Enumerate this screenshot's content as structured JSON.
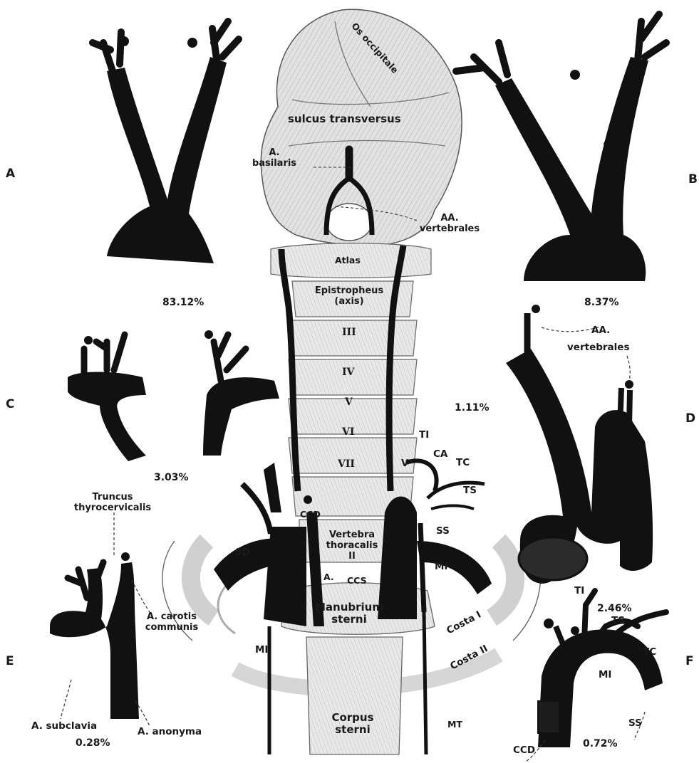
{
  "panels": {
    "A": {
      "letter": "A",
      "percent": "83.12%"
    },
    "B": {
      "letter": "B",
      "percent": "8.37%"
    },
    "C": {
      "letter": "C",
      "percent": "3.03%"
    },
    "D": {
      "letter": "D",
      "percent": "2.46%",
      "aside_percent": "1.11%",
      "label_vert_1": "AA.",
      "label_vert_2": "vertebrales"
    },
    "E": {
      "letter": "E",
      "percent": "0.28%",
      "truncus_1": "Truncus",
      "truncus_2": "thyrocervicalis",
      "carotis_1": "A. carotis",
      "carotis_2": "communis",
      "subclavia": "A. subclavia",
      "anonyma": "A. anonyma"
    },
    "F": {
      "letter": "F",
      "percent": "0.72%",
      "TI": "TI",
      "TS": "TS",
      "TC": "TC",
      "MI": "MI",
      "SS": "SS",
      "CCD": "CCD"
    }
  },
  "center": {
    "os_occipitale": "Os occipitale",
    "sulcus": "sulcus transversus",
    "basilaris_1": "A.",
    "basilaris_2": "basilaris",
    "vertebrales_1": "AA.",
    "vertebrales_2": "vertebrales",
    "atlas": "Atlas",
    "epistropheus_1": "Epistropheus",
    "epistropheus_2": "(axis)",
    "vertebrae": [
      "III",
      "IV",
      "V",
      "VI",
      "VII"
    ],
    "V": "V",
    "TI": "TI",
    "CA": "CA",
    "TC": "TC",
    "TS": "TS",
    "CCD": "CCD",
    "SD": "SD",
    "SS": "SS",
    "MI_right": "MI",
    "vertebra_thoracalis_1": "Vertebra",
    "vertebra_thoracalis_2": "thoracalis",
    "vertebra_thoracalis_3": "II",
    "A": "A.",
    "CCS": "CCS",
    "manubrium_1": "Manubrium",
    "manubrium_2": "sterni",
    "costa_1": "Costa I",
    "costa_2": "Costa II",
    "MI_left": "MI",
    "corpus_1": "Corpus",
    "corpus_2": "sterni",
    "MT": "MT"
  },
  "colors": {
    "ink": "#111111",
    "bone_fill": "#dcdcdc",
    "bone_light": "#efefef",
    "paper": "#ffffff"
  }
}
